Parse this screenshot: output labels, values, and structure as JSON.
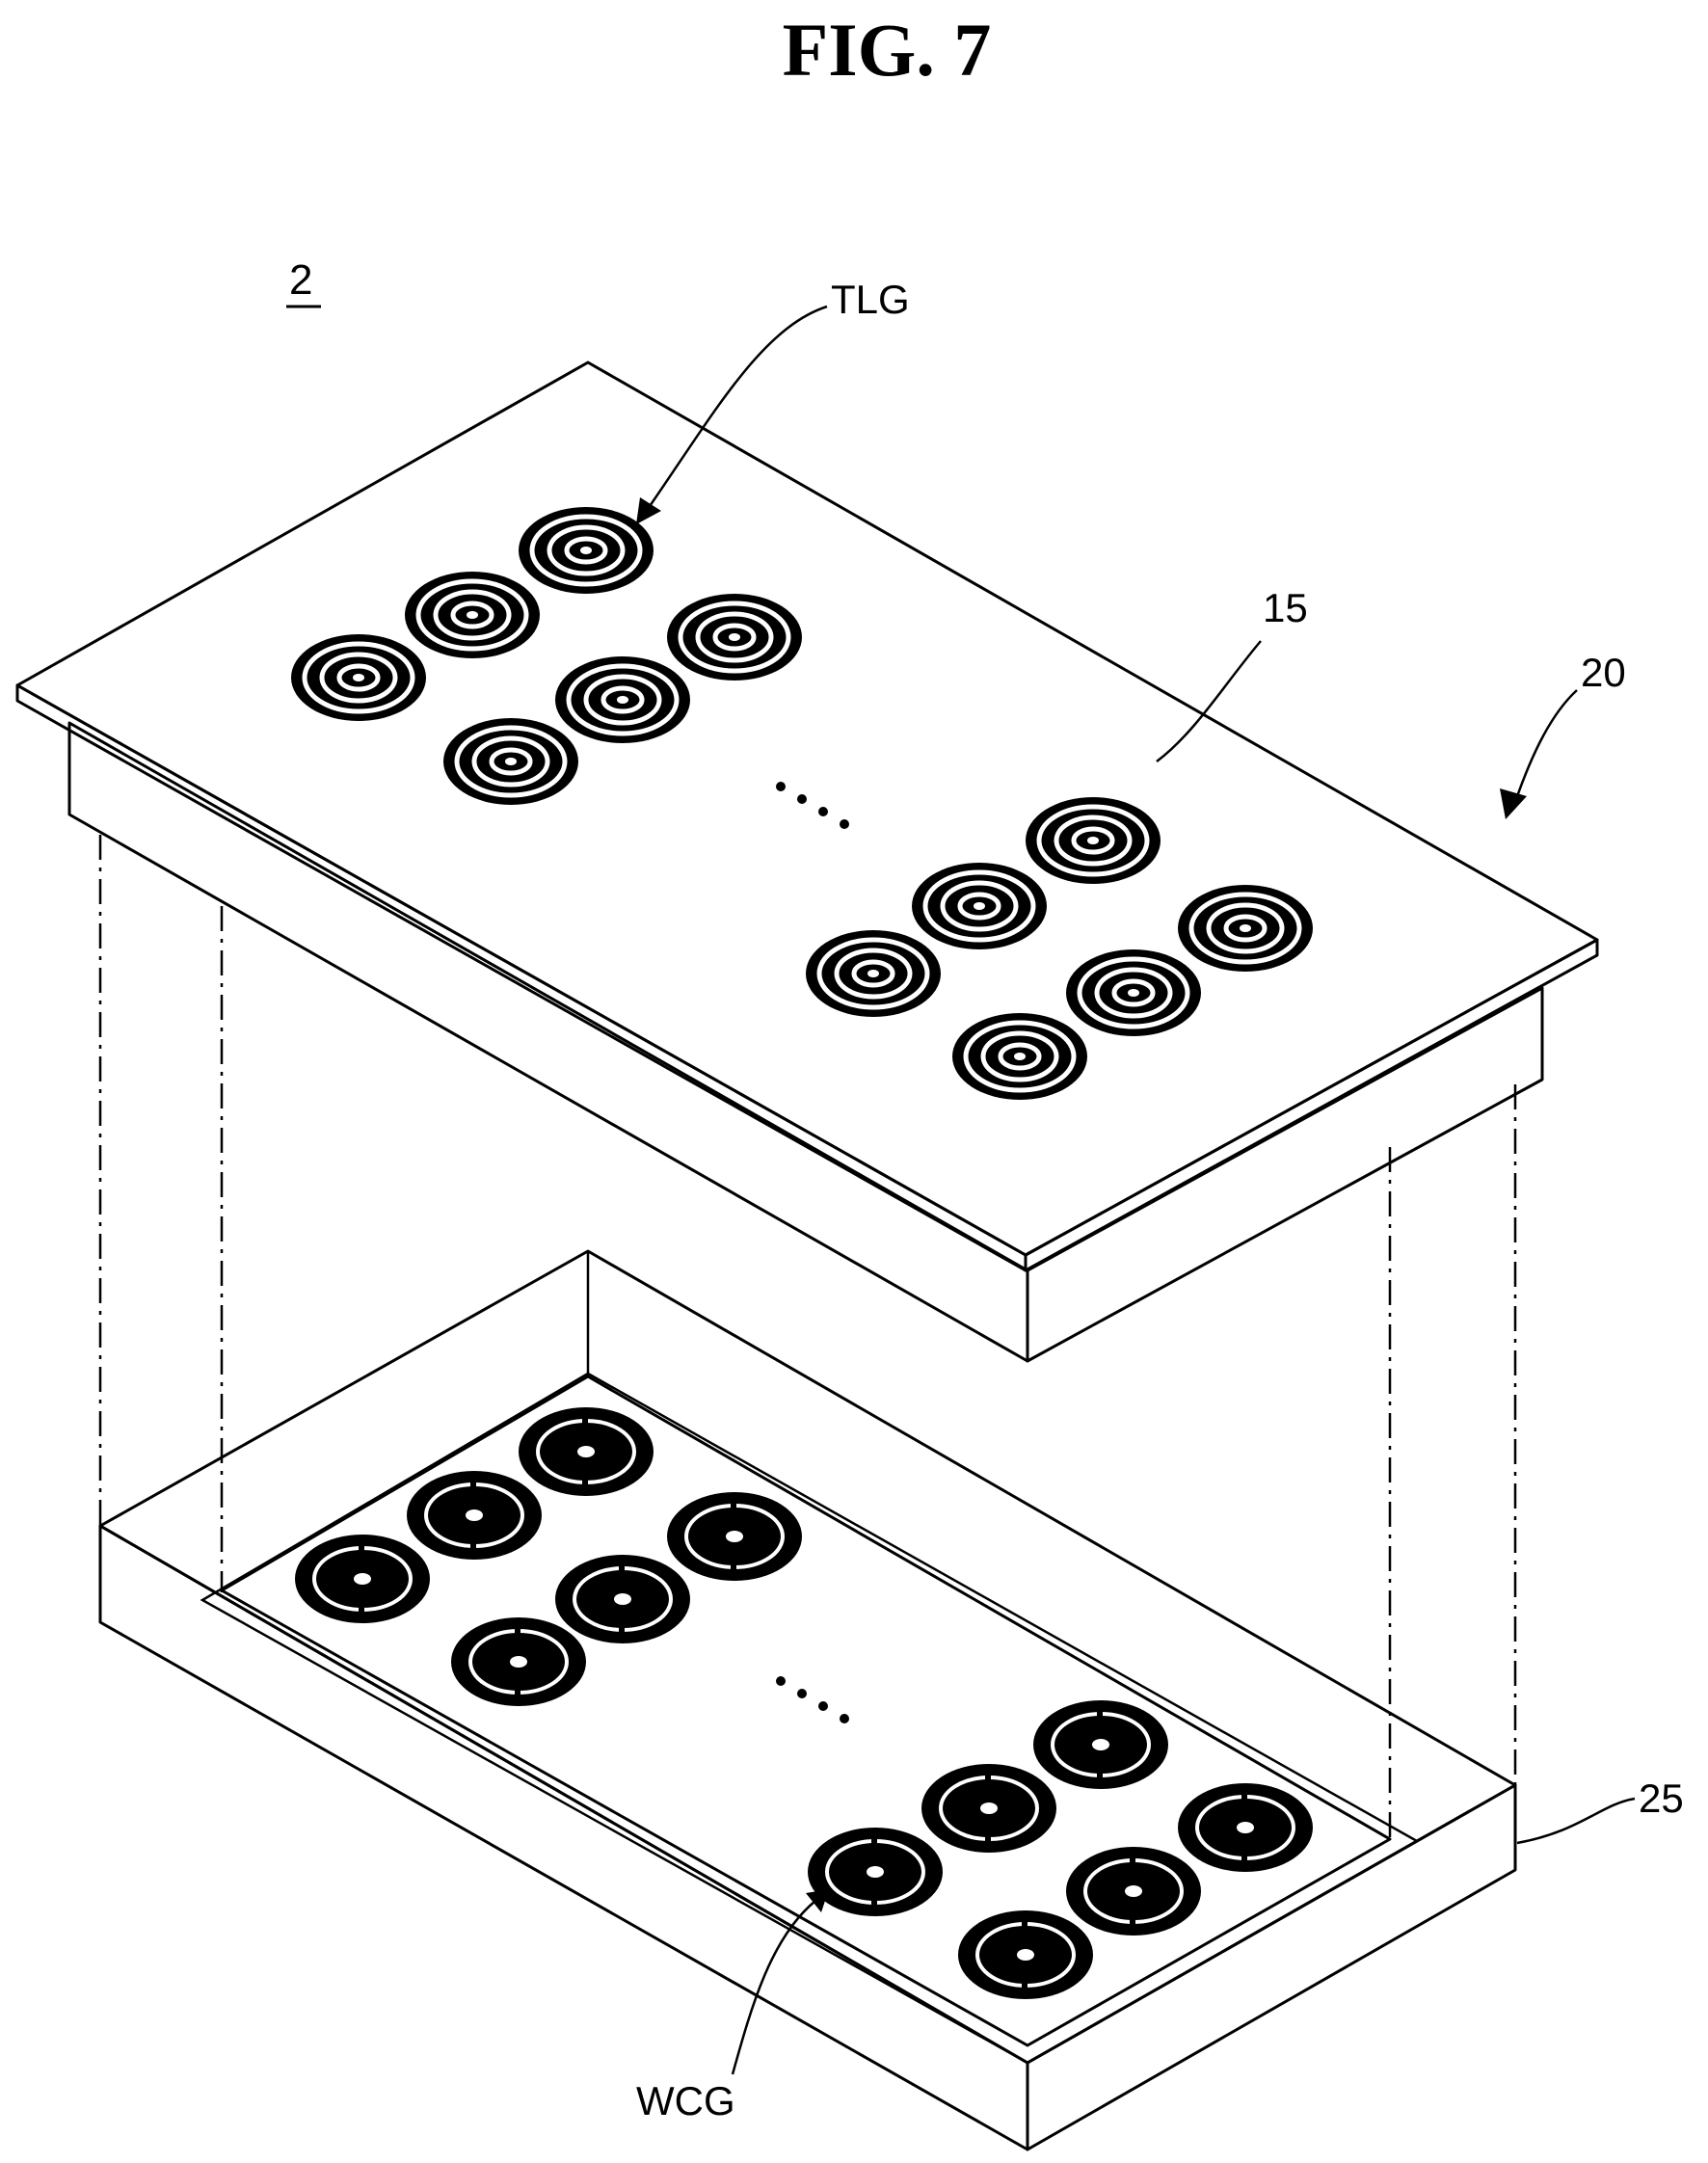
{
  "figure": {
    "title": "FIG. 7",
    "labels": {
      "device": "2",
      "tlg": "TLG",
      "plate": "15",
      "unit": "20",
      "tray": "25",
      "wcg": "WCG"
    },
    "ellipsis_marks": [
      "…",
      "…"
    ]
  }
}
